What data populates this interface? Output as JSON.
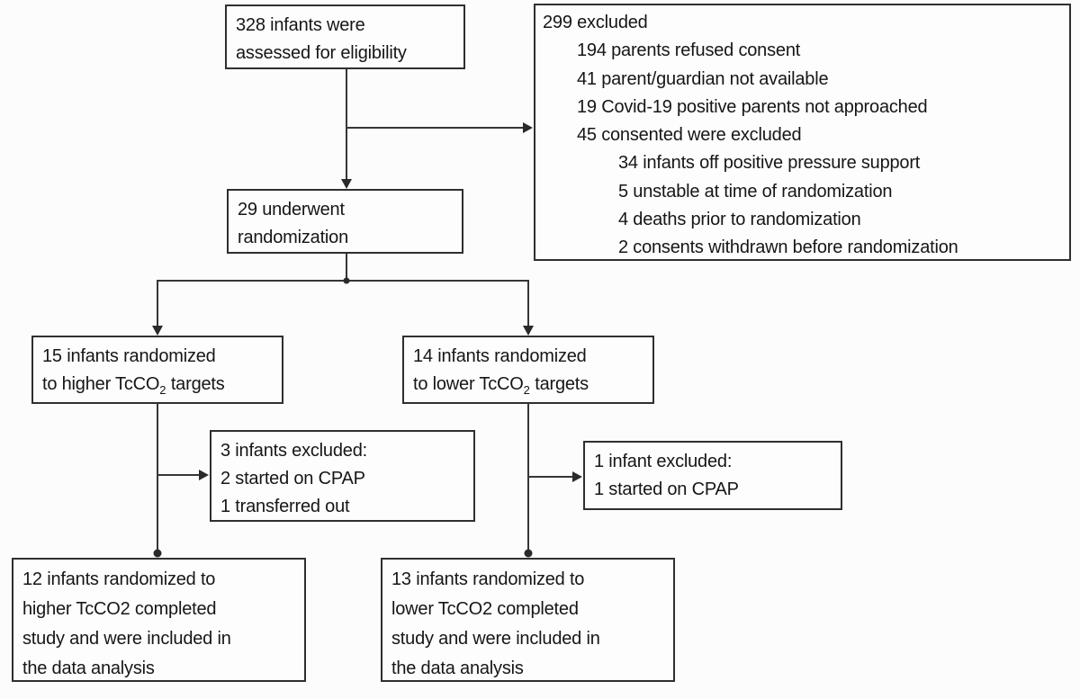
{
  "diagram": {
    "title_implicit": "CONSORT participant flow diagram",
    "colors": {
      "border": "#2f2f2f",
      "text": "#161616",
      "background": "#fcfcfc",
      "line": "#363636"
    },
    "boxes": {
      "assessed": {
        "lines": [
          "328 infants were",
          "assessed for eligibility"
        ]
      },
      "excluded": {
        "items": [
          {
            "indent": 0,
            "text": "299 excluded"
          },
          {
            "indent": 1,
            "text": "194 parents refused consent"
          },
          {
            "indent": 1,
            "text": "41 parent/guardian not available"
          },
          {
            "indent": 1,
            "text": "19 Covid-19 positive parents not approached"
          },
          {
            "indent": 1,
            "text": "45 consented were excluded"
          },
          {
            "indent": 2,
            "text": "34 infants off positive pressure support"
          },
          {
            "indent": 2,
            "text": "5 unstable at time of randomization"
          },
          {
            "indent": 2,
            "text": "4 deaths prior to randomization"
          },
          {
            "indent": 2,
            "text": "2 consents withdrawn before randomization"
          }
        ]
      },
      "randomized": {
        "lines": [
          "29 underwent",
          "randomization"
        ]
      },
      "branch_left": {
        "line1": "15 infants randomized",
        "line2_pre": "to higher TcCO",
        "line2_sub": "2",
        "line2_post": " targets"
      },
      "branch_right": {
        "line1": "14 infants randomized",
        "line2_pre": "to lower TcCO",
        "line2_sub": "2",
        "line2_post": " targets"
      },
      "excl_left": {
        "lines": [
          "3 infants excluded:",
          "2 started on CPAP",
          "1 transferred out"
        ]
      },
      "excl_right": {
        "lines": [
          "1 infant excluded:",
          "1 started on CPAP"
        ]
      },
      "final_left": {
        "lines": [
          "12 infants randomized to",
          "higher TcCO2 completed",
          "study and were included in",
          "the data analysis"
        ]
      },
      "final_right": {
        "lines": [
          "13 infants randomized to",
          "lower TcCO2 completed",
          "study and were included in",
          "the data analysis"
        ]
      }
    }
  }
}
